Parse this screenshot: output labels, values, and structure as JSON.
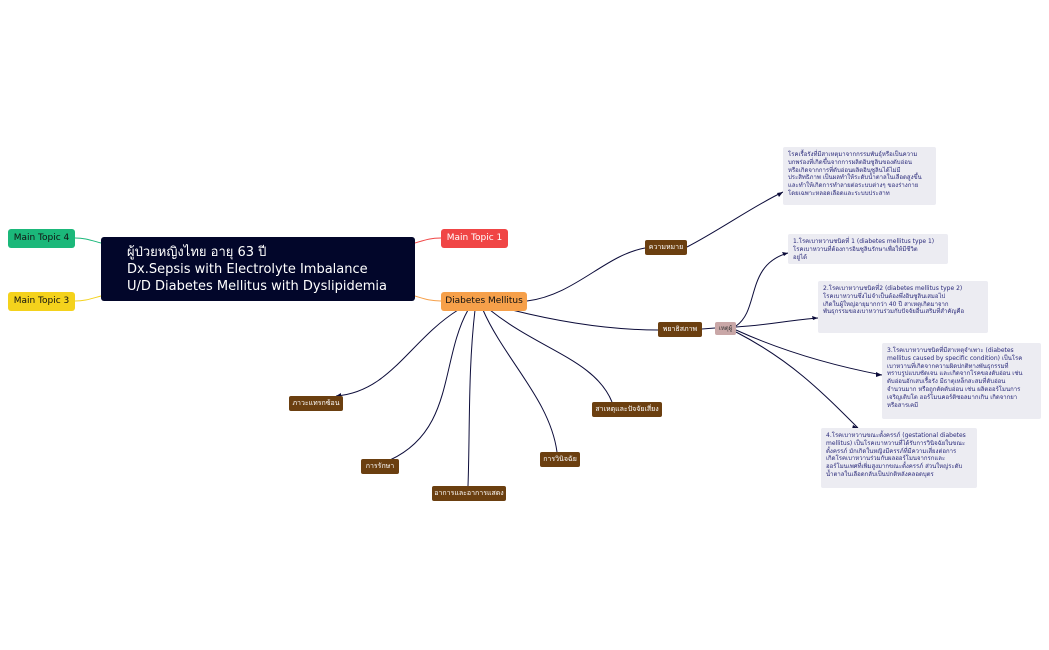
{
  "central_topic": {
    "line1": "ผู้ป่วยหญิงไทย อายุ 63 ปี",
    "line2": "Dx.Sepsis with Electrolyte Imbalance",
    "line3": "U/D Diabetes Mellitus with Dyslipidemia"
  },
  "main_topics": {
    "topic4": "Main Topic 4",
    "topic3": "Main Topic 3",
    "topic1": "Main Topic 1",
    "diabetes": "Diabetes Mellitus"
  },
  "subtopics": {
    "definition": "ความหมาย",
    "pathophysiology": "พยาธิสภาพ",
    "cause": "เหตุผู้",
    "complications": "ภาวะแทรกซ้อน",
    "risk_factors": "สาเหตุและปัจจัยเสี่ยง",
    "treatment": "การรักษา",
    "diagnosis": "การวินิจฉัย",
    "symptoms": "อาการและอาการแสดง"
  },
  "notes": {
    "definition": "โรคเรื้อรังที่มีสาเหตุมาจากกรรมพันธุ์หรือเป็นความบกพร่องที่เกิดขึ้นจากการผลิตอินซูลินของตับอ่อน\nหรือเกิดจากการที่ตับอ่อนผลิตอินซูลินได้ไม่มี\nประสิทธิภาพ เป็นผลทำให้ระดับน้ำตาลในเลือดสูงขึ้น\nและทำให้เกิดการทำลายต่อระบบต่างๆ ของร่างกาย\nโดยเฉพาะหลอดเลือดและระบบประสาท",
    "type1": "1.โรคเบาหวานชนิดที่ 1 (diabetes mellitus type 1)\n   โรคเบาหวานที่ต้องการอินซูลินรักษาเพื่อให้มีชีวิต\n   อยู่ได้",
    "type2": "2.โรคเบาหวานชนิดที่2 (diabetes mellitus type 2)\n   โรคเบาหวานซึ่งไม่จำเป็นต้องพึ่งอินซูลินเสมอไป\n   เกิดในผู้ใหญ่อายุมากกว่า 40 ปี สาเหตุเกิดมาจาก\n   พันธุกรรมของเบาหวานร่วมกับปัจจัยอื่นเสริมที่สำคัญคือ",
    "type3": "3.โรคเบาหวานชนิดที่มีสาเหตุจำเพาะ (diabetes\nmellitus caused by specific condition) เป็นโรค\nเบาหวานที่เกิดจากความผิดปกติทางพันธุกรรมที่\nทราบรูปแบบชัดเจน และเกิดจากโรคของตับอ่อน เช่น\nตับอ่อนอักเสบเรื้อรัง มีธาตุเหล็กสะสมที่ตับอ่อน\nจำนวนมาก หรือถูกตัดตับอ่อน เช่น ผลิตฮอร์โมนการ\nเจริญเติบโต ฮอร์โมนคอร์ติซอลมากเกิน เกิดจากยา\nหรือสารเคมี",
    "type4": "4.โรคเบาหวานขณะตั้งครรภ์ (gestational diabetes\nmellitus) เป็นโรคเบาหวานที่ได้รับการวินิจฉัยในขณะ\nตั้งครรภ์ มักเกิดในหญิงมีครรภ์ที่มีความเสี่ยงต่อการ\nเกิดโรคเบาหวานร่วมกับผลฮอร์โมนจากรกและ\nฮอร์โมนเพศที่เพิ่มสูงมากขณะตั้งครรภ์ ส่วนใหญ่ระดับ\nน้ำตาลในเลือดกลับเป็นปกติหลังคลอดบุตร"
  },
  "colors": {
    "central_bg": "#02062a",
    "topic_green": "#1bb87a",
    "topic_yellow": "#f4d21c",
    "topic_red": "#f04545",
    "topic_orange": "#f6a04a",
    "subtopic_brown": "#6b3f10",
    "connector": "#0c0c3a",
    "note_bg": "#ececf2"
  }
}
